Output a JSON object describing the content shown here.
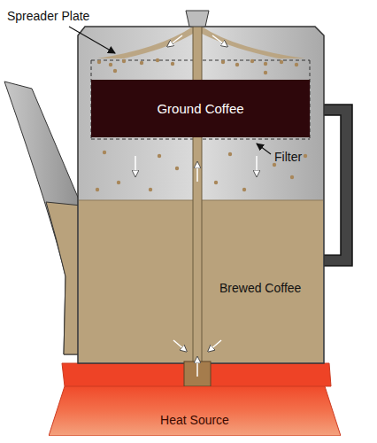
{
  "diagram": {
    "nodes": [
      {
        "text": [
          "Ground Coffee"
        ]
      },
      {
        "text": [
          "Heat Source"
        ]
      }
    ],
    "labels": [
      "Spreader Plate",
      "Filter",
      "Brewed Coffee"
    ]
  }
}
